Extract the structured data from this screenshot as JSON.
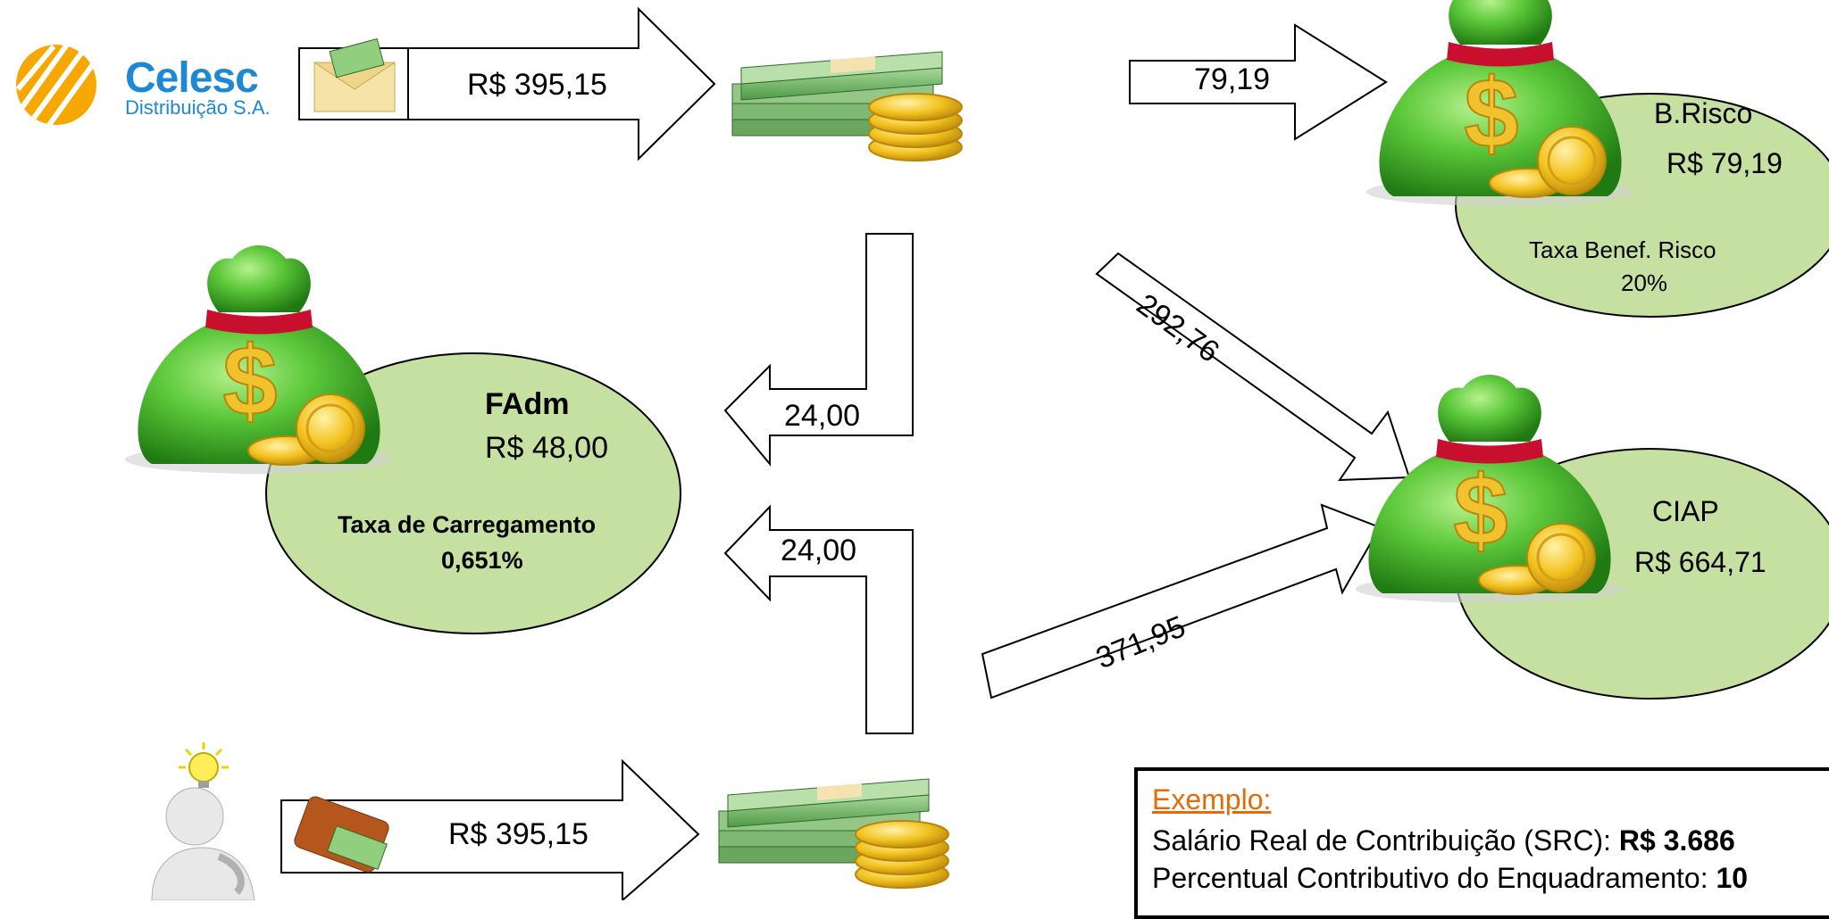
{
  "company": {
    "name": "Celesc",
    "subtitle": "Distribuição S.A."
  },
  "top_flow": {
    "amount": "R$ 395,15"
  },
  "bottom_flow": {
    "amount": "R$ 395,15"
  },
  "arrows": {
    "risk": "79,19",
    "diag_down": "292,76",
    "fadm_top": "24,00",
    "fadm_bottom": "24,00",
    "diag_up": "371,95"
  },
  "funds": {
    "fadm": {
      "name": "FAdm",
      "amount": "R$ 48,00",
      "rate_label": "Taxa de Carregamento",
      "rate": "0,651%"
    },
    "risk": {
      "name": "B.Risco",
      "amount": "R$ 79,19",
      "rate_label": "Taxa Benef. Risco",
      "rate": "20%"
    },
    "ciap": {
      "name": "CIAP",
      "amount": "R$ 664,71"
    }
  },
  "example": {
    "title": "Exemplo:",
    "line1_label": "Salário Real de Contribuição (SRC): ",
    "line1_value": "R$ 3.686",
    "line2_label": "Percentual Contributivo do Enquadramento: ",
    "line2_value": "10"
  },
  "colors": {
    "ellipse_fill": "#c5e0a0",
    "bag_green": "#5cc83a",
    "logo_orange": "#f6a800",
    "logo_blue": "#1e88d2",
    "example_title": "#e36c09"
  },
  "icons": [
    "celesc-logo",
    "money-envelope-icon",
    "cash-stack-icon",
    "money-bag-icon",
    "wallet-icon",
    "thinking-person-icon",
    "lightbulb-icon"
  ]
}
